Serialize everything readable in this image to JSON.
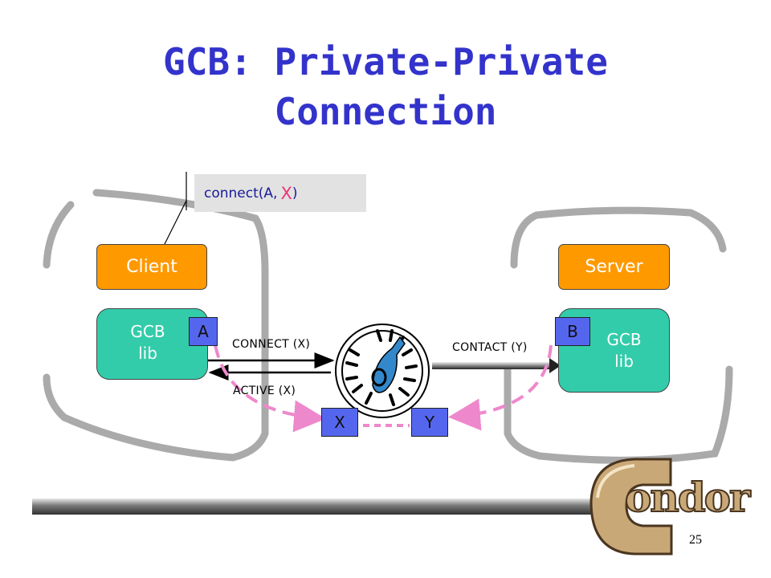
{
  "slide": {
    "title_line1": "GCB: Private-Private",
    "title_line2": "Connection",
    "page_number": "25"
  },
  "callout": {
    "prefix": "connect(A, ",
    "highlight": "X",
    "suffix": ")"
  },
  "client": {
    "app_label": "Client",
    "lib_line1": "GCB",
    "lib_line2": "lib",
    "port": "A"
  },
  "server": {
    "app_label": "Server",
    "lib_line1": "GCB",
    "lib_line2": "lib",
    "port": "B"
  },
  "relay": {
    "port_left": "X",
    "port_right": "Y"
  },
  "messages": {
    "connect": "CONNECT (X)",
    "active": "ACTIVE (X)",
    "contact": "CONTACT (Y)"
  },
  "logo": {
    "text": "ondor",
    "initial": "C"
  },
  "colors": {
    "title": "#3333cc",
    "app_box": "#ff9900",
    "lib_box": "#33ccaa",
    "port_box": "#5566ee",
    "dashed_path": "#ee88cc",
    "network_outline": "#aaaaaa"
  }
}
